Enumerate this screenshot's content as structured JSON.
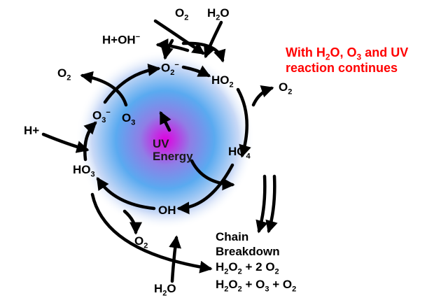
{
  "colors": {
    "arrow": "#000000",
    "note": "#ff0000",
    "glow_center": "#e000e0",
    "glow_mid": "#5aaaf0",
    "glow_outer": "#ffffff"
  },
  "note": {
    "line1_a": "With H",
    "line1_sub1": "2",
    "line1_b": "O, O",
    "line1_sub2": "3",
    "line1_c": " and UV",
    "line2": "reaction continues"
  },
  "center": {
    "line1": "UV",
    "line2": "Energy"
  },
  "species": {
    "o2_top": {
      "base": "O",
      "sub": "2"
    },
    "h2o_top": {
      "base": "H",
      "sub": "2",
      "tail": "O"
    },
    "h_oh": {
      "text": "H+OH",
      "sup": "−"
    },
    "o2_left": {
      "base": "O",
      "sub": "2"
    },
    "o2_minus": {
      "base": "O",
      "sub": "2",
      "sup": "−"
    },
    "ho2": {
      "base": "HO",
      "sub": "2"
    },
    "o2_right": {
      "base": "O",
      "sub": "2"
    },
    "o3_minus": {
      "base": "O",
      "sub": "3",
      "sup": "−"
    },
    "o3": {
      "base": "O",
      "sub": "3"
    },
    "h_plus": {
      "text": "H+"
    },
    "ho4": {
      "base": "HO",
      "sub": "4"
    },
    "ho3": {
      "base": "HO",
      "sub": "3"
    },
    "oh": {
      "text": "OH"
    },
    "o2_bottom": {
      "base": "O",
      "sub": "2"
    },
    "h2o_bottom": {
      "base": "H",
      "sub": "2",
      "tail": "O"
    }
  },
  "chain": {
    "line1": "Chain",
    "line2": "Breakdown",
    "line3_a": "H",
    "line3_s1": "2",
    "line3_b": "O",
    "line3_s2": "2",
    "line3_c": " + 2 O",
    "line3_s3": "2",
    "line4_a": "H",
    "line4_s1": "2",
    "line4_b": "O",
    "line4_s2": "2",
    "line4_c": " + O",
    "line4_s3": "3",
    "line4_d": " + O",
    "line4_s4": "2"
  }
}
